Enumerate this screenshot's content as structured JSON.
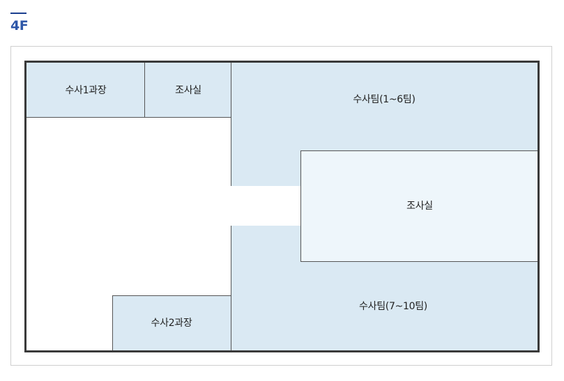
{
  "floor": {
    "label": "4F",
    "accent_color": "#2e57a8",
    "bar_color": "#1b3f8f"
  },
  "colors": {
    "room_fill": "#dae9f3",
    "room_fill_light": "#eef6fb",
    "wall": "#3a3a3a"
  },
  "rooms": {
    "investigation_section_1_chief": "수사1과장",
    "interview_room_upper": "조사실",
    "investigation_teams_1_6": "수사팀(1~6팀)",
    "interview_room_center": "조사실",
    "investigation_teams_7_10": "수사팀(7~10팀)",
    "investigation_section_2_chief": "수사2과장"
  }
}
